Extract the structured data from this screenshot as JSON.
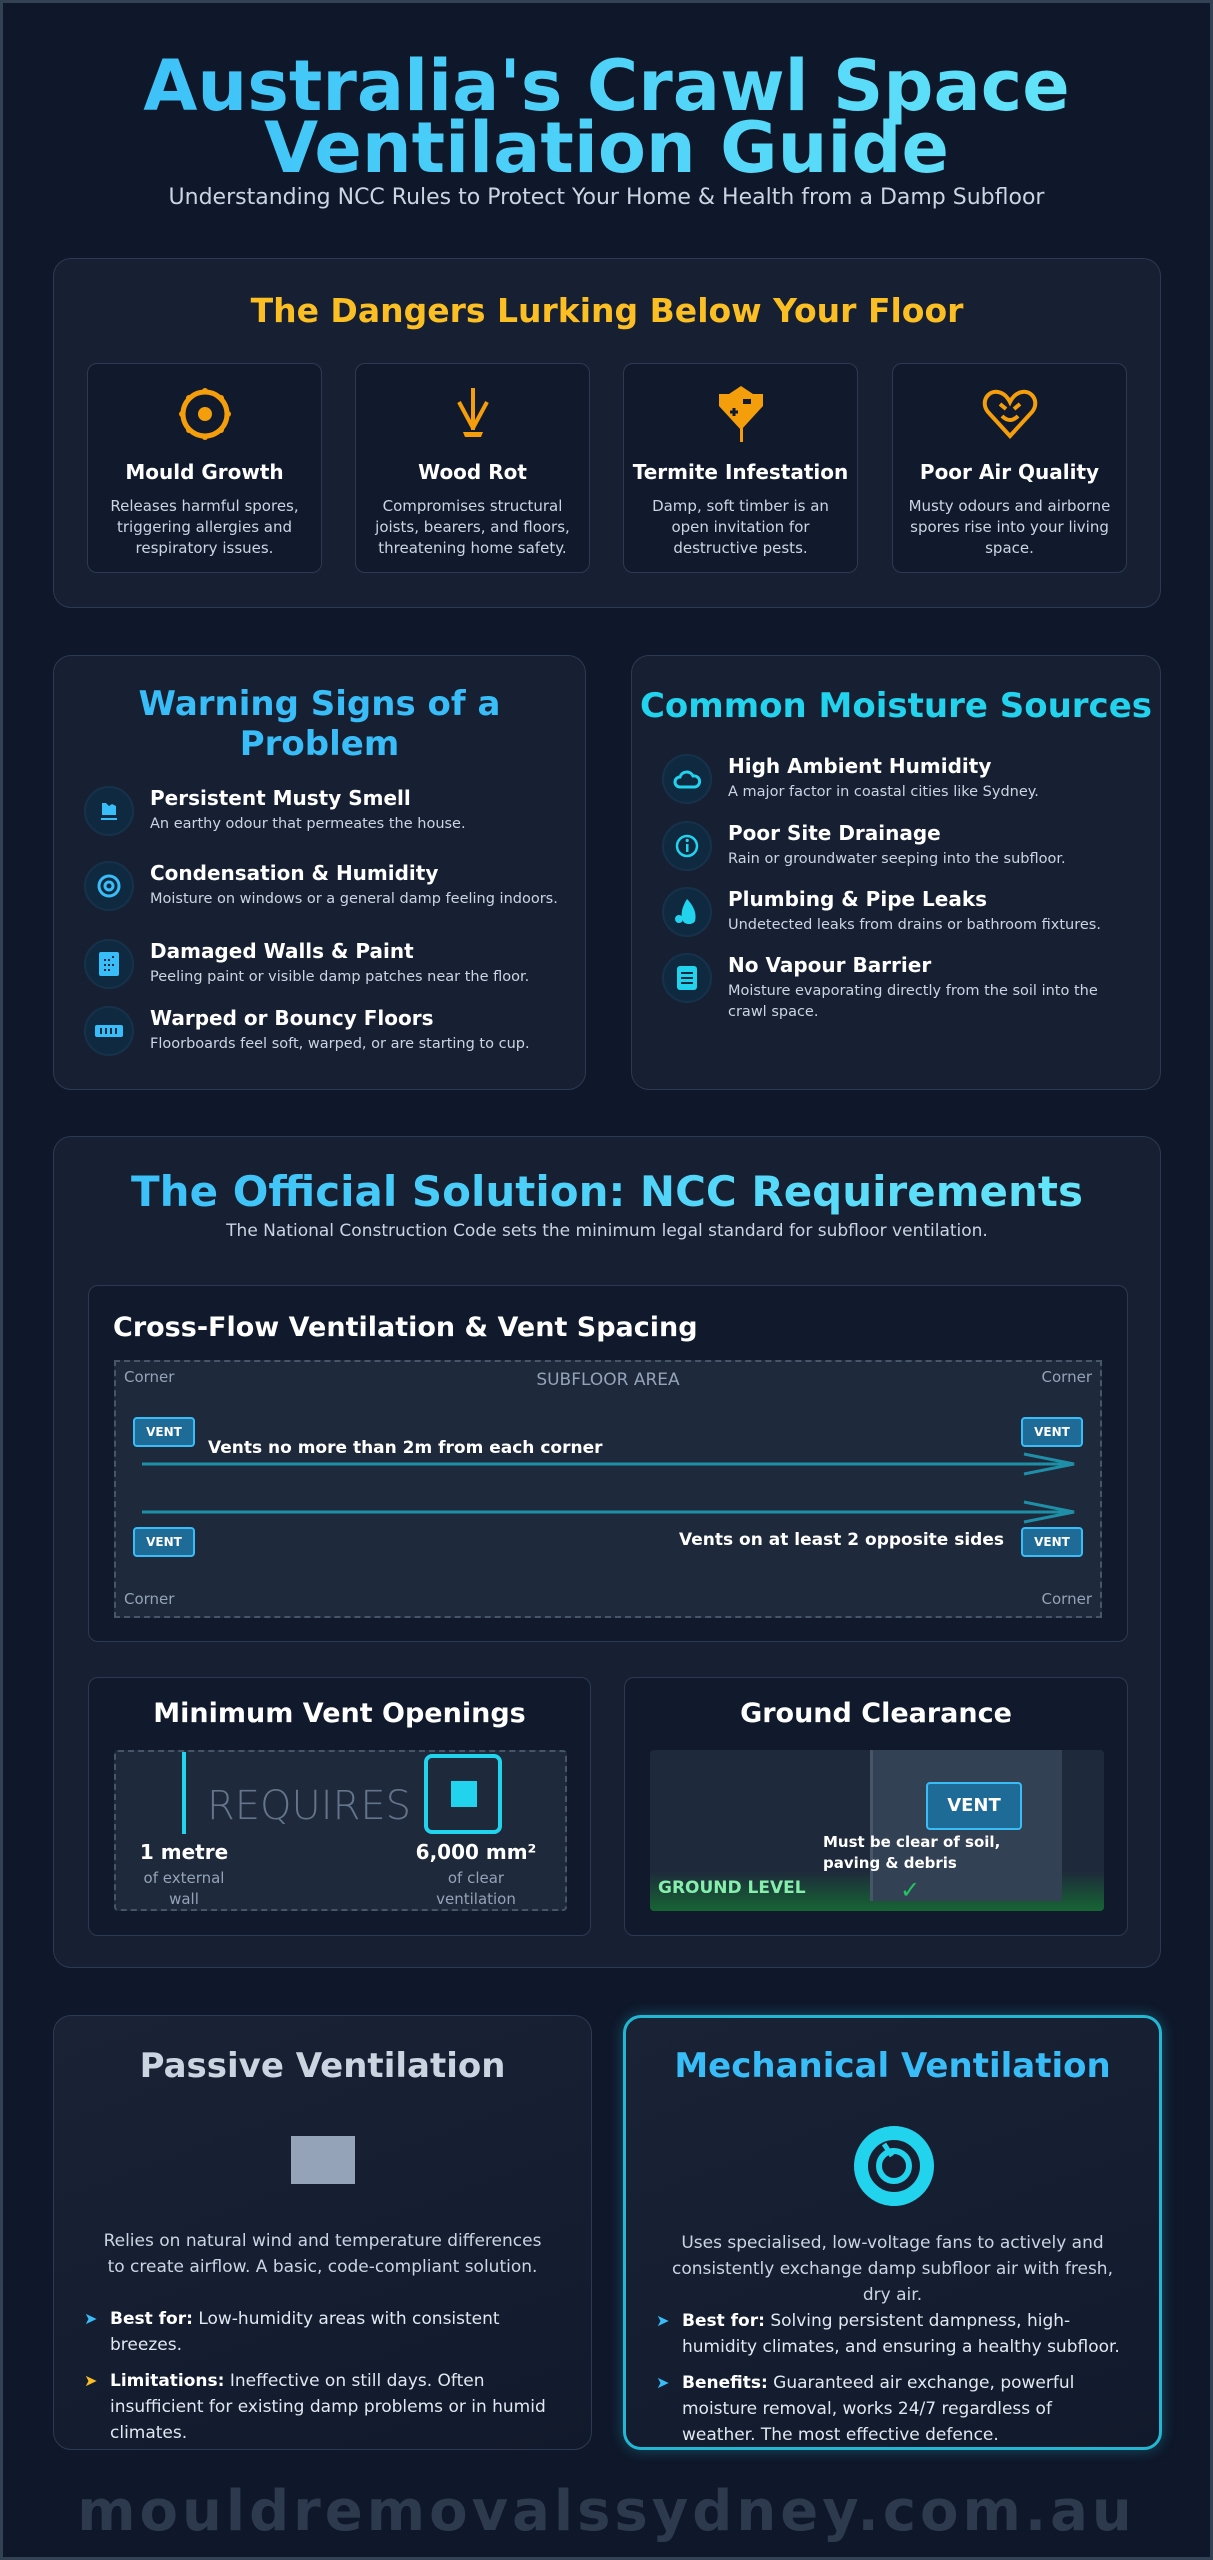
{
  "header": {
    "title_line1": "Australia's Crawl Space",
    "title_line2": "Ventilation Guide",
    "subtitle": "Understanding NCC Rules to Protect Your Home & Health from a Damp Subfloor"
  },
  "dangers": {
    "title": "The Dangers Lurking Below Your Floor",
    "accent": "#f59e0b",
    "cards": [
      {
        "icon": "mould-icon",
        "title": "Mould Growth",
        "text": "Releases harmful spores, triggering allergies and respiratory issues."
      },
      {
        "icon": "wood-rot-icon",
        "title": "Wood Rot",
        "text": "Compromises structural joists, bearers, and floors, threatening home safety."
      },
      {
        "icon": "termite-icon",
        "title": "Termite Infestation",
        "text": "Damp, soft timber is an open invitation for destructive pests."
      },
      {
        "icon": "air-quality-icon",
        "title": "Poor Air Quality",
        "text": "Musty odours and airborne spores rise into your living space."
      }
    ]
  },
  "warning": {
    "title": "Warning Signs of a Problem",
    "items": [
      {
        "icon": "smell-icon",
        "title": "Persistent Musty Smell",
        "text": "An earthy odour that permeates the house."
      },
      {
        "icon": "condensation-icon",
        "title": "Condensation & Humidity",
        "text": "Moisture on windows or a general damp feeling indoors."
      },
      {
        "icon": "wall-icon",
        "title": "Damaged Walls & Paint",
        "text": "Peeling paint or visible damp patches near the floor."
      },
      {
        "icon": "floor-icon",
        "title": "Warped or Bouncy Floors",
        "text": "Floorboards feel soft, warped, or are starting to cup."
      }
    ]
  },
  "moisture": {
    "title": "Common Moisture Sources",
    "items": [
      {
        "icon": "cloud-icon",
        "title": "High Ambient Humidity",
        "text": "A major factor in coastal cities like Sydney."
      },
      {
        "icon": "info-icon",
        "title": "Poor Site Drainage",
        "text": "Rain or groundwater seeping into the subfloor."
      },
      {
        "icon": "leak-icon",
        "title": "Plumbing & Pipe Leaks",
        "text": "Undetected leaks from drains or bathroom fixtures."
      },
      {
        "icon": "barrier-icon",
        "title": "No Vapour Barrier",
        "text": "Moisture evaporating directly from the soil into the crawl space."
      }
    ]
  },
  "ncc": {
    "title": "The Official Solution: NCC Requirements",
    "subtitle": "The National Construction Code sets the minimum legal standard for subfloor ventilation.",
    "crossflow": {
      "title": "Cross-Flow Ventilation & Vent Spacing",
      "area_label": "SUBFLOOR AREA",
      "corner": "Corner",
      "vent": "VENT",
      "note1": "Vents no more than 2m from each corner",
      "note2": "Vents on at least 2 opposite sides"
    },
    "openings": {
      "title": "Minimum Vent Openings",
      "requires": "REQUIRES",
      "left_value": "1 metre",
      "left_text": "of external wall",
      "right_value": "6,000 mm²",
      "right_text": "of clear ventilation"
    },
    "clearance": {
      "title": "Ground Clearance",
      "vent": "VENT",
      "note": "Must be clear of soil, paving & debris",
      "ground": "GROUND LEVEL"
    }
  },
  "passive": {
    "title": "Passive Ventilation",
    "text": "Relies on natural wind and temperature differences to create airflow. A basic, code-compliant solution.",
    "items": [
      {
        "label": "Best for:",
        "text": " Low-humidity areas with consistent breezes."
      },
      {
        "label": "Limitations:",
        "text": " Ineffective on still days. Often insufficient for existing damp problems or in humid climates."
      }
    ]
  },
  "mechanical": {
    "title": "Mechanical Ventilation",
    "text": "Uses specialised, low-voltage fans to actively and consistently exchange damp subfloor air with fresh, dry air.",
    "items": [
      {
        "label": "Best for:",
        "text": " Solving persistent dampness, high-humidity climates, and ensuring a healthy subfloor."
      },
      {
        "label": "Benefits:",
        "text": " Guaranteed air exchange, powerful moisture removal, works 24/7 regardless of weather. The most effective defence."
      }
    ]
  },
  "watermark": "mouldremovalssydney.com.au"
}
